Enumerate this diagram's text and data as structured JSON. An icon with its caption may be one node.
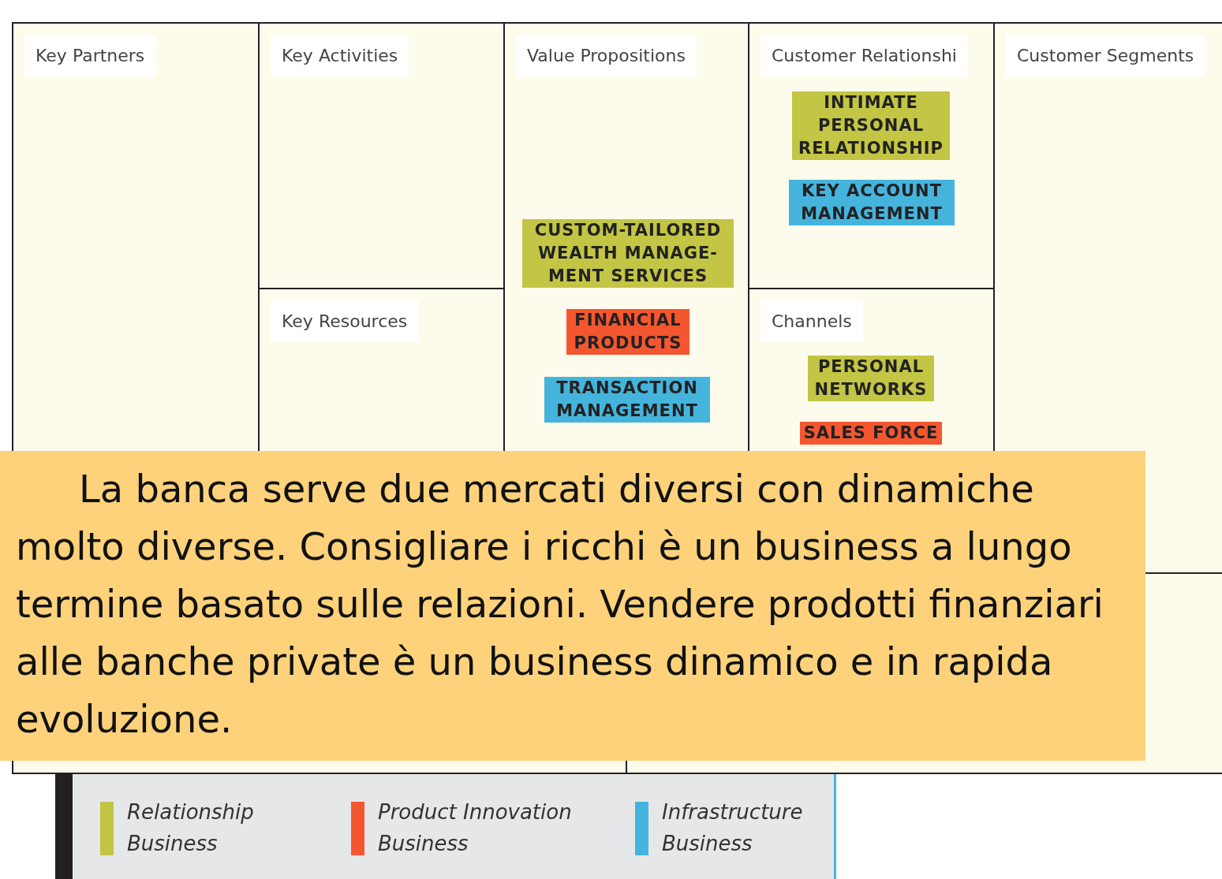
{
  "diagram": {
    "nodes": [
      {
        "text": [
          "Key Partners"
        ]
      },
      {
        "text": [
          "Key Activities"
        ]
      },
      {
        "text": [
          "Key Resources"
        ]
      },
      {
        "text": [
          "Value Propositions"
        ]
      },
      {
        "text": [
          "CUSTOM-TAILORED WEALTH MANAGE- MENT SERVICES"
        ],
        "in": 3
      },
      {
        "text": [
          "FINANCIAL PRODUCTS"
        ],
        "in": 3
      },
      {
        "text": [
          "TRANSACTION MANAGEMENT"
        ],
        "in": 3
      },
      {
        "text": [
          "Customer Relationshi"
        ]
      },
      {
        "text": [
          "INTIMATE PERSONAL RELATIONSHIP"
        ],
        "in": 7
      },
      {
        "text": [
          "KEY ACCOUNT MANAGEMENT"
        ],
        "in": 7
      },
      {
        "text": [
          "Channels"
        ]
      },
      {
        "text": [
          "PERSONAL NETWORKS"
        ],
        "in": 10
      },
      {
        "text": [
          "SALES FORCE"
        ],
        "in": 10
      },
      {
        "text": [
          "Customer Segments"
        ]
      },
      {
        "text": [
          "La banca serve due mercati diversi con dinamiche molto diverse. Consigliare i ricchi è un business a lungo termine basato sulle relazioni. Vendere prodotti finanziari alle banche private è un business dinamico e in rapida evoluzione."
        ]
      }
    ],
    "edges": [],
    "legend": [
      {
        "text": "Relationship Business",
        "color": "#c3c544"
      },
      {
        "text": "Product Innovation Business",
        "color": "#f4572f"
      },
      {
        "text": "Infrastructure Business",
        "color": "#45b4dd"
      }
    ]
  }
}
